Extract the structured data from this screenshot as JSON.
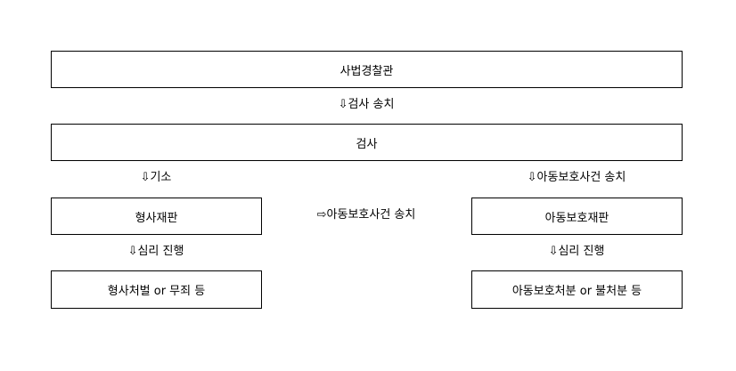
{
  "nodes": {
    "police": "사법경찰관",
    "prosecutor": "검사",
    "criminal_trial": "형사재판",
    "juvenile_trial": "아동보호재판",
    "criminal_result": "형사처벌 or 무죄 등",
    "juvenile_result": "아동보호처분 or 불처분 등"
  },
  "edges": {
    "to_prosecutor": "⇩검사 송치",
    "indictment": "⇩기소",
    "to_juvenile_from_prosecutor": "⇩아동보호사건 송치",
    "to_juvenile_from_trial": "⇨아동보호사건 송치",
    "criminal_hearing": "⇩심리 진행",
    "juvenile_hearing": "⇩심리 진행"
  }
}
